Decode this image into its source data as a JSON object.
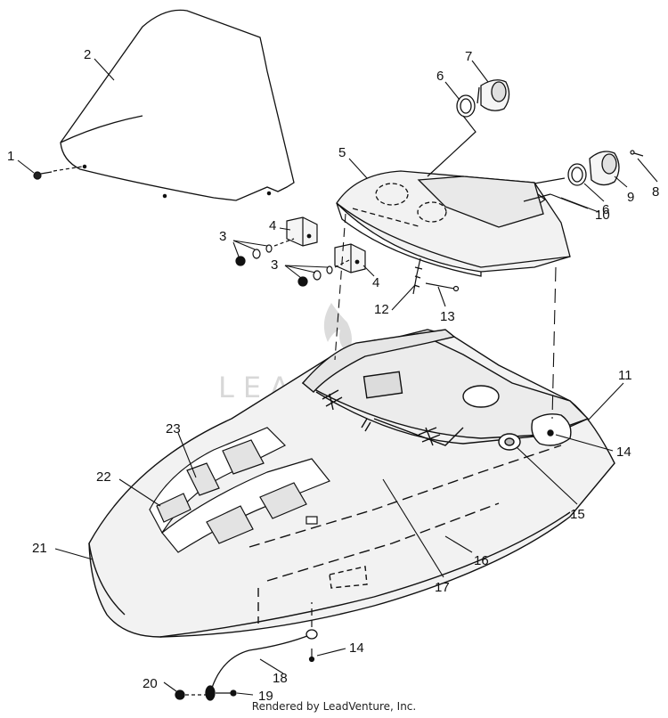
{
  "footer": "Rendered by LeadVenture, Inc.",
  "watermark": "LEADVENTURE",
  "colors": {
    "line": "#111111",
    "fill": "#f2f2f2",
    "foam": "#e3e3e3",
    "watermark": "#d8d8d8"
  },
  "callouts": {
    "c1": "1",
    "c2": "2",
    "c3a": "3",
    "c3b": "3",
    "c4a": "4",
    "c4b": "4",
    "c5": "5",
    "c6a": "6",
    "c6b": "6",
    "c7": "7",
    "c8": "8",
    "c9": "9",
    "c10": "10",
    "c11": "11",
    "c12": "12",
    "c13": "13",
    "c14a": "14",
    "c14b": "14",
    "c15": "15",
    "c16": "16",
    "c17": "17",
    "c18": "18",
    "c19": "19",
    "c20": "20",
    "c21": "21",
    "c22": "22",
    "c23": "23"
  }
}
